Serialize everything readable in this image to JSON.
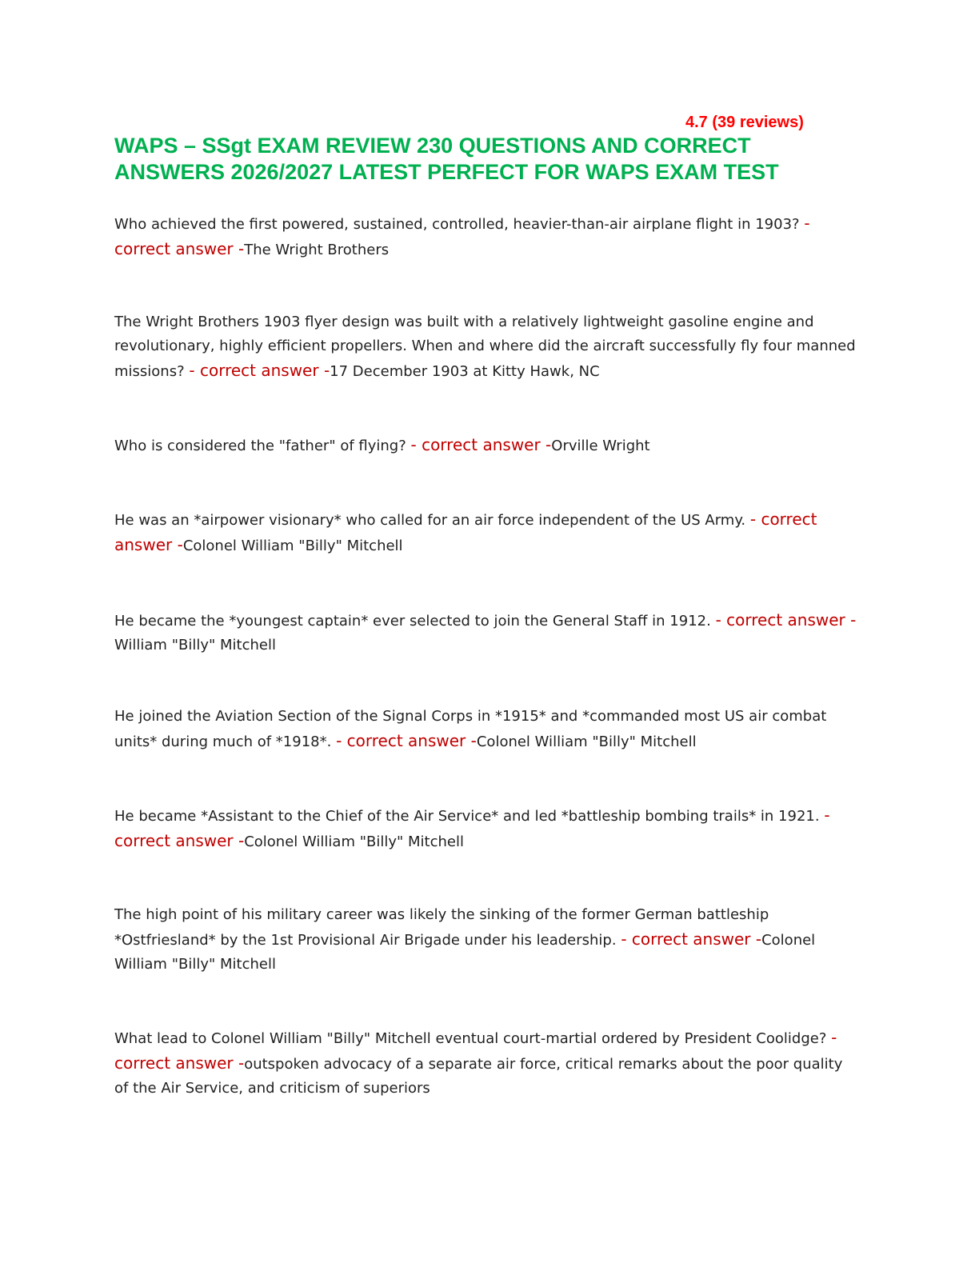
{
  "header": {
    "rating": "4.7 (39 reviews)",
    "title": "WAPS – SSgt EXAM REVIEW 230 QUESTIONS AND CORRECT ANSWERS 2026/2027 LATEST PERFECT FOR WAPS EXAM TEST"
  },
  "answer_marker": "- correct answer -",
  "qa": [
    {
      "question": "Who achieved the first powered, sustained, controlled, heavier-than-air airplane flight in 1903?",
      "answer": "The Wright Brothers"
    },
    {
      "question": "The Wright Brothers 1903 flyer design was built with a relatively lightweight gasoline engine and revolutionary, highly efficient propellers. When and where did the aircraft successfully fly four manned missions?",
      "answer": "17 December 1903 at Kitty Hawk, NC"
    },
    {
      "question": "Who is considered the \"father\" of flying?",
      "answer": "Orville Wright"
    },
    {
      "question": "He was an *airpower visionary* who called for an air force independent of the US Army.",
      "answer": "Colonel William \"Billy\" Mitchell"
    },
    {
      "question": "He became the *youngest captain* ever selected to join the General Staff in 1912.",
      "answer": "William \"Billy\" Mitchell"
    },
    {
      "question": "He joined the Aviation Section of the Signal Corps in *1915* and *commanded most US air combat units* during much of *1918*.",
      "answer": "Colonel William \"Billy\" Mitchell"
    },
    {
      "question": "He became *Assistant to the Chief of the Air Service* and led *battleship bombing trails* in 1921.",
      "answer": "Colonel William \"Billy\" Mitchell"
    },
    {
      "question": "The high point of his military career was likely the sinking of the former German battleship *Ostfriesland* by the 1st Provisional Air Brigade under his leadership.",
      "answer": "Colonel William \"Billy\" Mitchell"
    },
    {
      "question": "What lead to Colonel William \"Billy\" Mitchell eventual court-martial ordered by President Coolidge?",
      "answer": "outspoken advocacy of a separate air force, critical remarks about the poor quality of the Air Service, and criticism of superiors"
    }
  ]
}
